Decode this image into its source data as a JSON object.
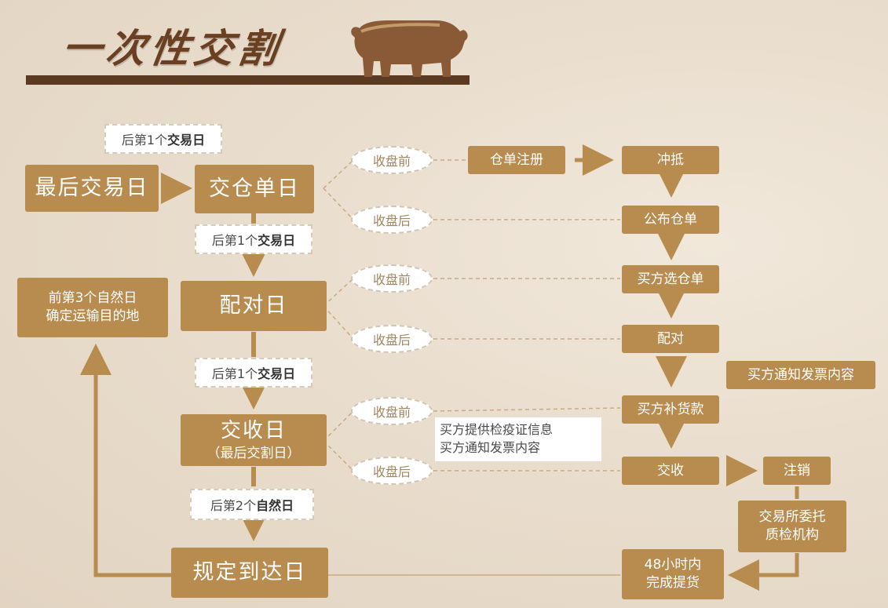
{
  "title": "一次性交割",
  "main_days": {
    "last_trade_day": "最后交易日",
    "warrant_day": "交仓单日",
    "matching_day": "配对日",
    "delivery_day": "交收日",
    "delivery_day_sub": "（最后交割日）",
    "arrival_day": "规定到达日"
  },
  "intervals": {
    "after_prefix_1": "后第1个",
    "trade_day": "交易日",
    "after_prefix_2": "后第2个",
    "natural_day": "自然日"
  },
  "destination_box": {
    "line1": "前第3个自然日",
    "line2": "确定运输目的地"
  },
  "phases": {
    "before_close": "收盘前",
    "after_close": "收盘后"
  },
  "process": {
    "register": "仓单注册",
    "offset": "冲抵",
    "publish": "公布仓单",
    "buyer_select": "买方选仓单",
    "match": "配对",
    "buyer_notify": "买方通知发票内容",
    "buyer_pay": "买方补货款",
    "deliver": "交收",
    "cancel": "注销",
    "inspect_line1": "交易所委托",
    "inspect_line2": "质检机构",
    "pickup_line1": "48小时内",
    "pickup_line2": "完成提货"
  },
  "info_note": {
    "line1": "买方提供检疫证信息",
    "line2": "买方通知发票内容"
  },
  "colors": {
    "box": "#b88b4f",
    "title": "#6b3f22",
    "dashed": "#c9ab82"
  }
}
